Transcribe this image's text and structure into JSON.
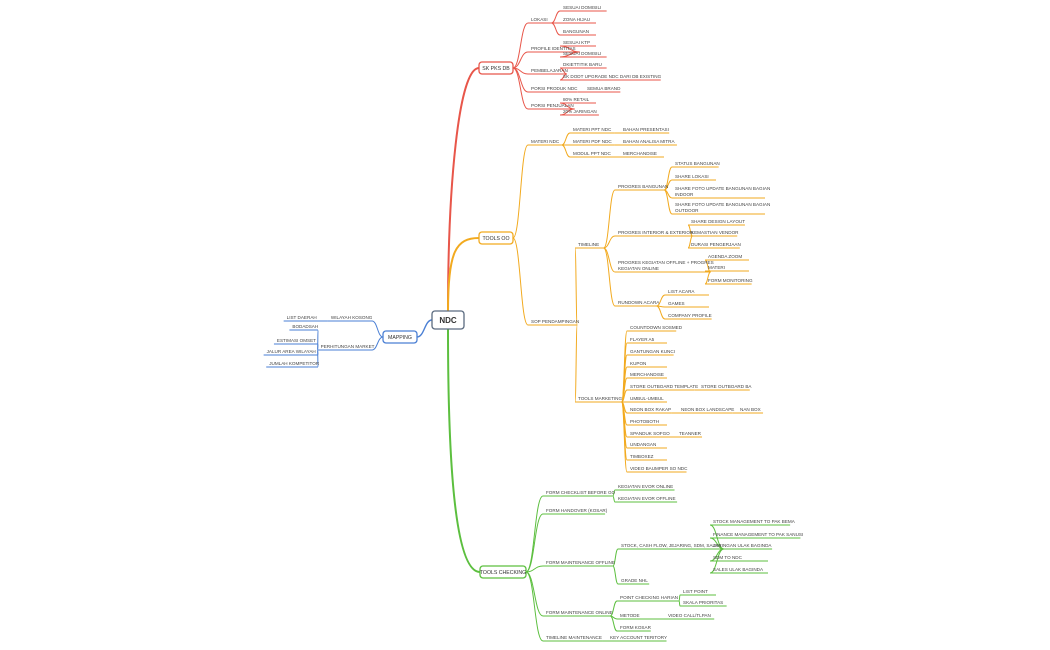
{
  "colors": {
    "root_border": "#5b6b80",
    "left": "#4a7fd4",
    "sk": "#e8564a",
    "tools_oo": "#f2aa1f",
    "checking": "#5cbf3f",
    "text": "#444444"
  },
  "root": {
    "label": "NDC"
  },
  "left_branch": {
    "label": "MAPPING",
    "children": [
      {
        "label": "WILAYAH KOSONG",
        "children": [
          {
            "label": "LIST DAERAH"
          }
        ]
      },
      {
        "label": "PERHITUNGAN MARKET",
        "children": [
          {
            "label": "BODADSAH"
          },
          {
            "label": "ESTIMASI OMSET"
          },
          {
            "label": "JALUR AREA WILAYAH"
          },
          {
            "label": "JUMLAH KOMPETITOR"
          }
        ]
      }
    ]
  },
  "sk_branch": {
    "label": "SK PKS DB",
    "children": [
      {
        "label": "LOKASI",
        "children": [
          {
            "label": "SESUAI DOMISILI"
          },
          {
            "label": "ZONA HIJAU"
          },
          {
            "label": "BANGUNAN"
          }
        ]
      },
      {
        "label": "PROFILE IDENTITAS",
        "children": [
          {
            "label": "SESUAI KTP"
          },
          {
            "label": "SESUAI DOMISILI"
          }
        ]
      },
      {
        "label": "PEMBELAJARAN",
        "children": [
          {
            "label": "DKIETTITIK BARU"
          },
          {
            "label": "SK DODT UPGRADE NDC DARI DB EXISTING"
          }
        ]
      },
      {
        "label": "PORSI PRODUK NDC",
        "children": [
          {
            "label": "SEMUA BRAND"
          }
        ]
      },
      {
        "label": "PORSI PENJUALAN",
        "children": [
          {
            "label": "80% RETAIL"
          },
          {
            "label": "20% JARINGAN"
          }
        ]
      }
    ]
  },
  "oo_branch": {
    "label": "TOOLS  OO",
    "children": [
      {
        "label": "MATERI NDC",
        "children": [
          {
            "label": "MATERI PPT NDC",
            "children": [
              {
                "label": "BAHAN PRESENTASI"
              }
            ]
          },
          {
            "label": "MATERI PDF NDC",
            "children": [
              {
                "label": "BAHAN ANALISA MITRA"
              }
            ]
          },
          {
            "label": "MODUL PPT NDC",
            "children": [
              {
                "label": "MERCHANDISE"
              }
            ]
          }
        ]
      },
      {
        "label": "SOP PENDAMPINGAN",
        "children": [
          {
            "label": "TIMELINE",
            "children": [
              {
                "label": "PROGRES BANGUNAN",
                "children": [
                  {
                    "label": "STATUS BANGUNAN"
                  },
                  {
                    "label": "SHARE LOKASI"
                  },
                  {
                    "label": "SHARE FOTO UPDATE BANGUNAN BAGIAN INDOOR"
                  },
                  {
                    "label": "SHARE FOTO UPDATE BANGUNAN BAGIAN OUTDOOR"
                  }
                ]
              },
              {
                "label": "PROGRES INTERIOR & EXTERIOR",
                "children": [
                  {
                    "label": "SHARE DESIGN LAYOUT"
                  },
                  {
                    "label": "KEMASTIAN VENDOR"
                  },
                  {
                    "label": "DURASI PENGERJAAN"
                  }
                ]
              },
              {
                "label": "PROGRES KEGIATAN OFFLINE + PROGRES KEGIATAN ONLINE",
                "children": [
                  {
                    "label": "AGENDA ZOOM"
                  },
                  {
                    "label": "MATERI"
                  },
                  {
                    "label": "FORM MONITORING"
                  }
                ]
              },
              {
                "label": "RUNDOWN ACARA",
                "children": [
                  {
                    "label": "LIST ACARA"
                  },
                  {
                    "label": "GAMES"
                  },
                  {
                    "label": "COMPANY PROFILE"
                  }
                ]
              }
            ]
          },
          {
            "label": "TOOLS MARKETING",
            "children": [
              {
                "label": "COUNTDOWN SOSMED"
              },
              {
                "label": "FLAYER A5"
              },
              {
                "label": "GANTUNGAN KUNCI"
              },
              {
                "label": "KUPON"
              },
              {
                "label": "MERCHANDISE"
              },
              {
                "label": "STORE OUTBOARD TEMPLATE",
                "children": [
                  {
                    "label": "STORE OUTBOARD BA"
                  }
                ]
              },
              {
                "label": "UMBUL-UMBUL"
              },
              {
                "label": "NEON BOX RAKAP",
                "children": [
                  {
                    "label": "NEON BOX LANDSCAPE",
                    "children": [
                      {
                        "label": "NAN BOX"
                      }
                    ]
                  }
                ]
              },
              {
                "label": "PHOTOBOTH"
              },
              {
                "label": "SPANDUK SOFGO",
                "children": [
                  {
                    "label": "TEANNER"
                  }
                ]
              },
              {
                "label": "UNDANGAN"
              },
              {
                "label": "TIMBOXEZ"
              },
              {
                "label": "VIDEO BAUMPER SO NDC"
              }
            ]
          }
        ]
      }
    ]
  },
  "checking_branch": {
    "label": "TOOLS CHECKING",
    "children": [
      {
        "label": "FORM CHECKLIST BEFORE GO",
        "children": [
          {
            "label": "KEGIATAN EVOR ONLINE"
          },
          {
            "label": "KEGIATAN EVOR OFFLINE"
          }
        ]
      },
      {
        "label": "FORM HANDOVER (KOSAR)"
      },
      {
        "label": "FORM MAINTENANCE OFFLINE",
        "children": [
          {
            "label": "STOCK, CASH FLOW, JEJARING, SDM, SALES",
            "children": [
              {
                "label": "STOCK MANAGEMENT TO PAK BEMA"
              },
              {
                "label": "FINANCE MANAGEMENT TO PAK SANUSI"
              },
              {
                "label": "JARINGAN ULAK BAGINDA"
              },
              {
                "label": "SDM TO NDC"
              },
              {
                "label": "SALES ULAK BAGINDA"
              }
            ]
          },
          {
            "label": "GRADE NHL"
          }
        ]
      },
      {
        "label": "FORM MAINTENANCE ONLINE",
        "children": [
          {
            "label": "POINT CHECKING HARIAN",
            "children": [
              {
                "label": "LIST POINT"
              },
              {
                "label": "SKALA PRIORITAS"
              }
            ]
          },
          {
            "label": "METODE",
            "children": [
              {
                "label": "VIDEO CALL/TLPAN"
              }
            ]
          },
          {
            "label": "FORM KOSAR"
          }
        ]
      },
      {
        "label": "TIMELINE MAINTENANCE",
        "children": [
          {
            "label": "KEY ACCOUNT TERITORY"
          }
        ]
      }
    ]
  }
}
